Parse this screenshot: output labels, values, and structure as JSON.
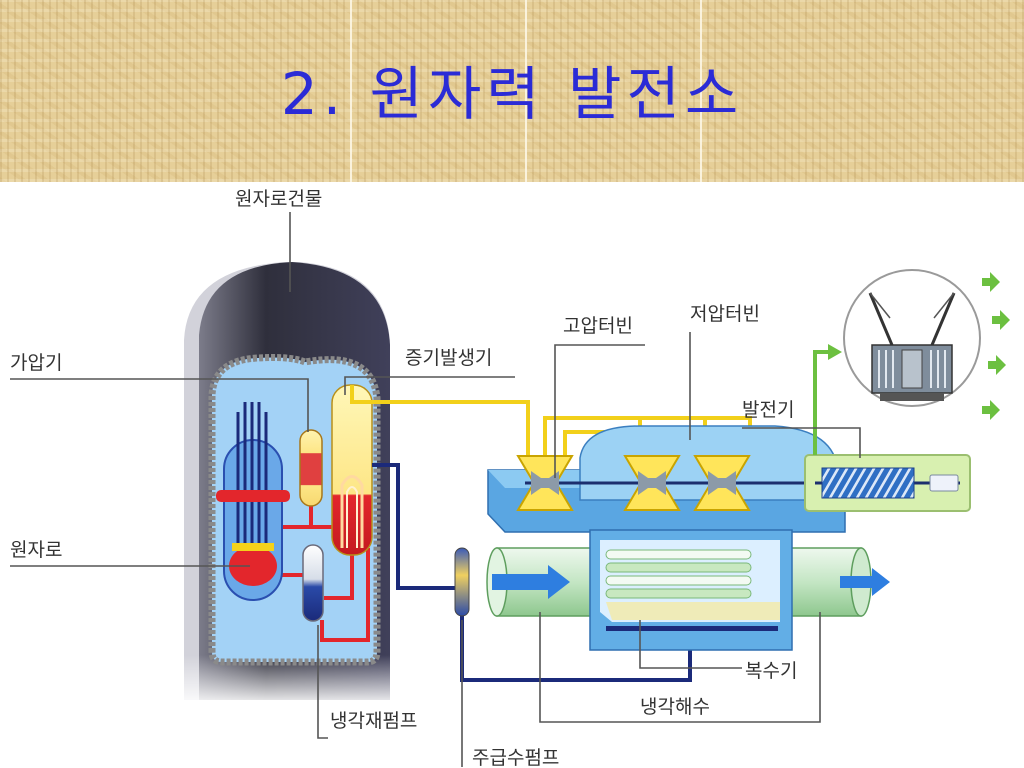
{
  "slide": {
    "title": "2. 원자력 발전소"
  },
  "diagram": {
    "labels": {
      "reactor_building": "원자로건물",
      "pressurizer": "가압기",
      "steam_generator": "증기발생기",
      "hp_turbine": "고압터빈",
      "lp_turbine": "저압터빈",
      "generator": "발전기",
      "reactor": "원자로",
      "condenser": "복수기",
      "cooling_seawater": "냉각해수",
      "coolant_pump": "냉각재펌프",
      "feedwater_pump": "주급수펌프"
    },
    "colors": {
      "steam_line": "#f2d01a",
      "primary_coolant": "#e3262c",
      "feedwater": "#1b2a7a",
      "power_line": "#6cc040",
      "cooling_water_flow": "#2e7ee0"
    }
  }
}
